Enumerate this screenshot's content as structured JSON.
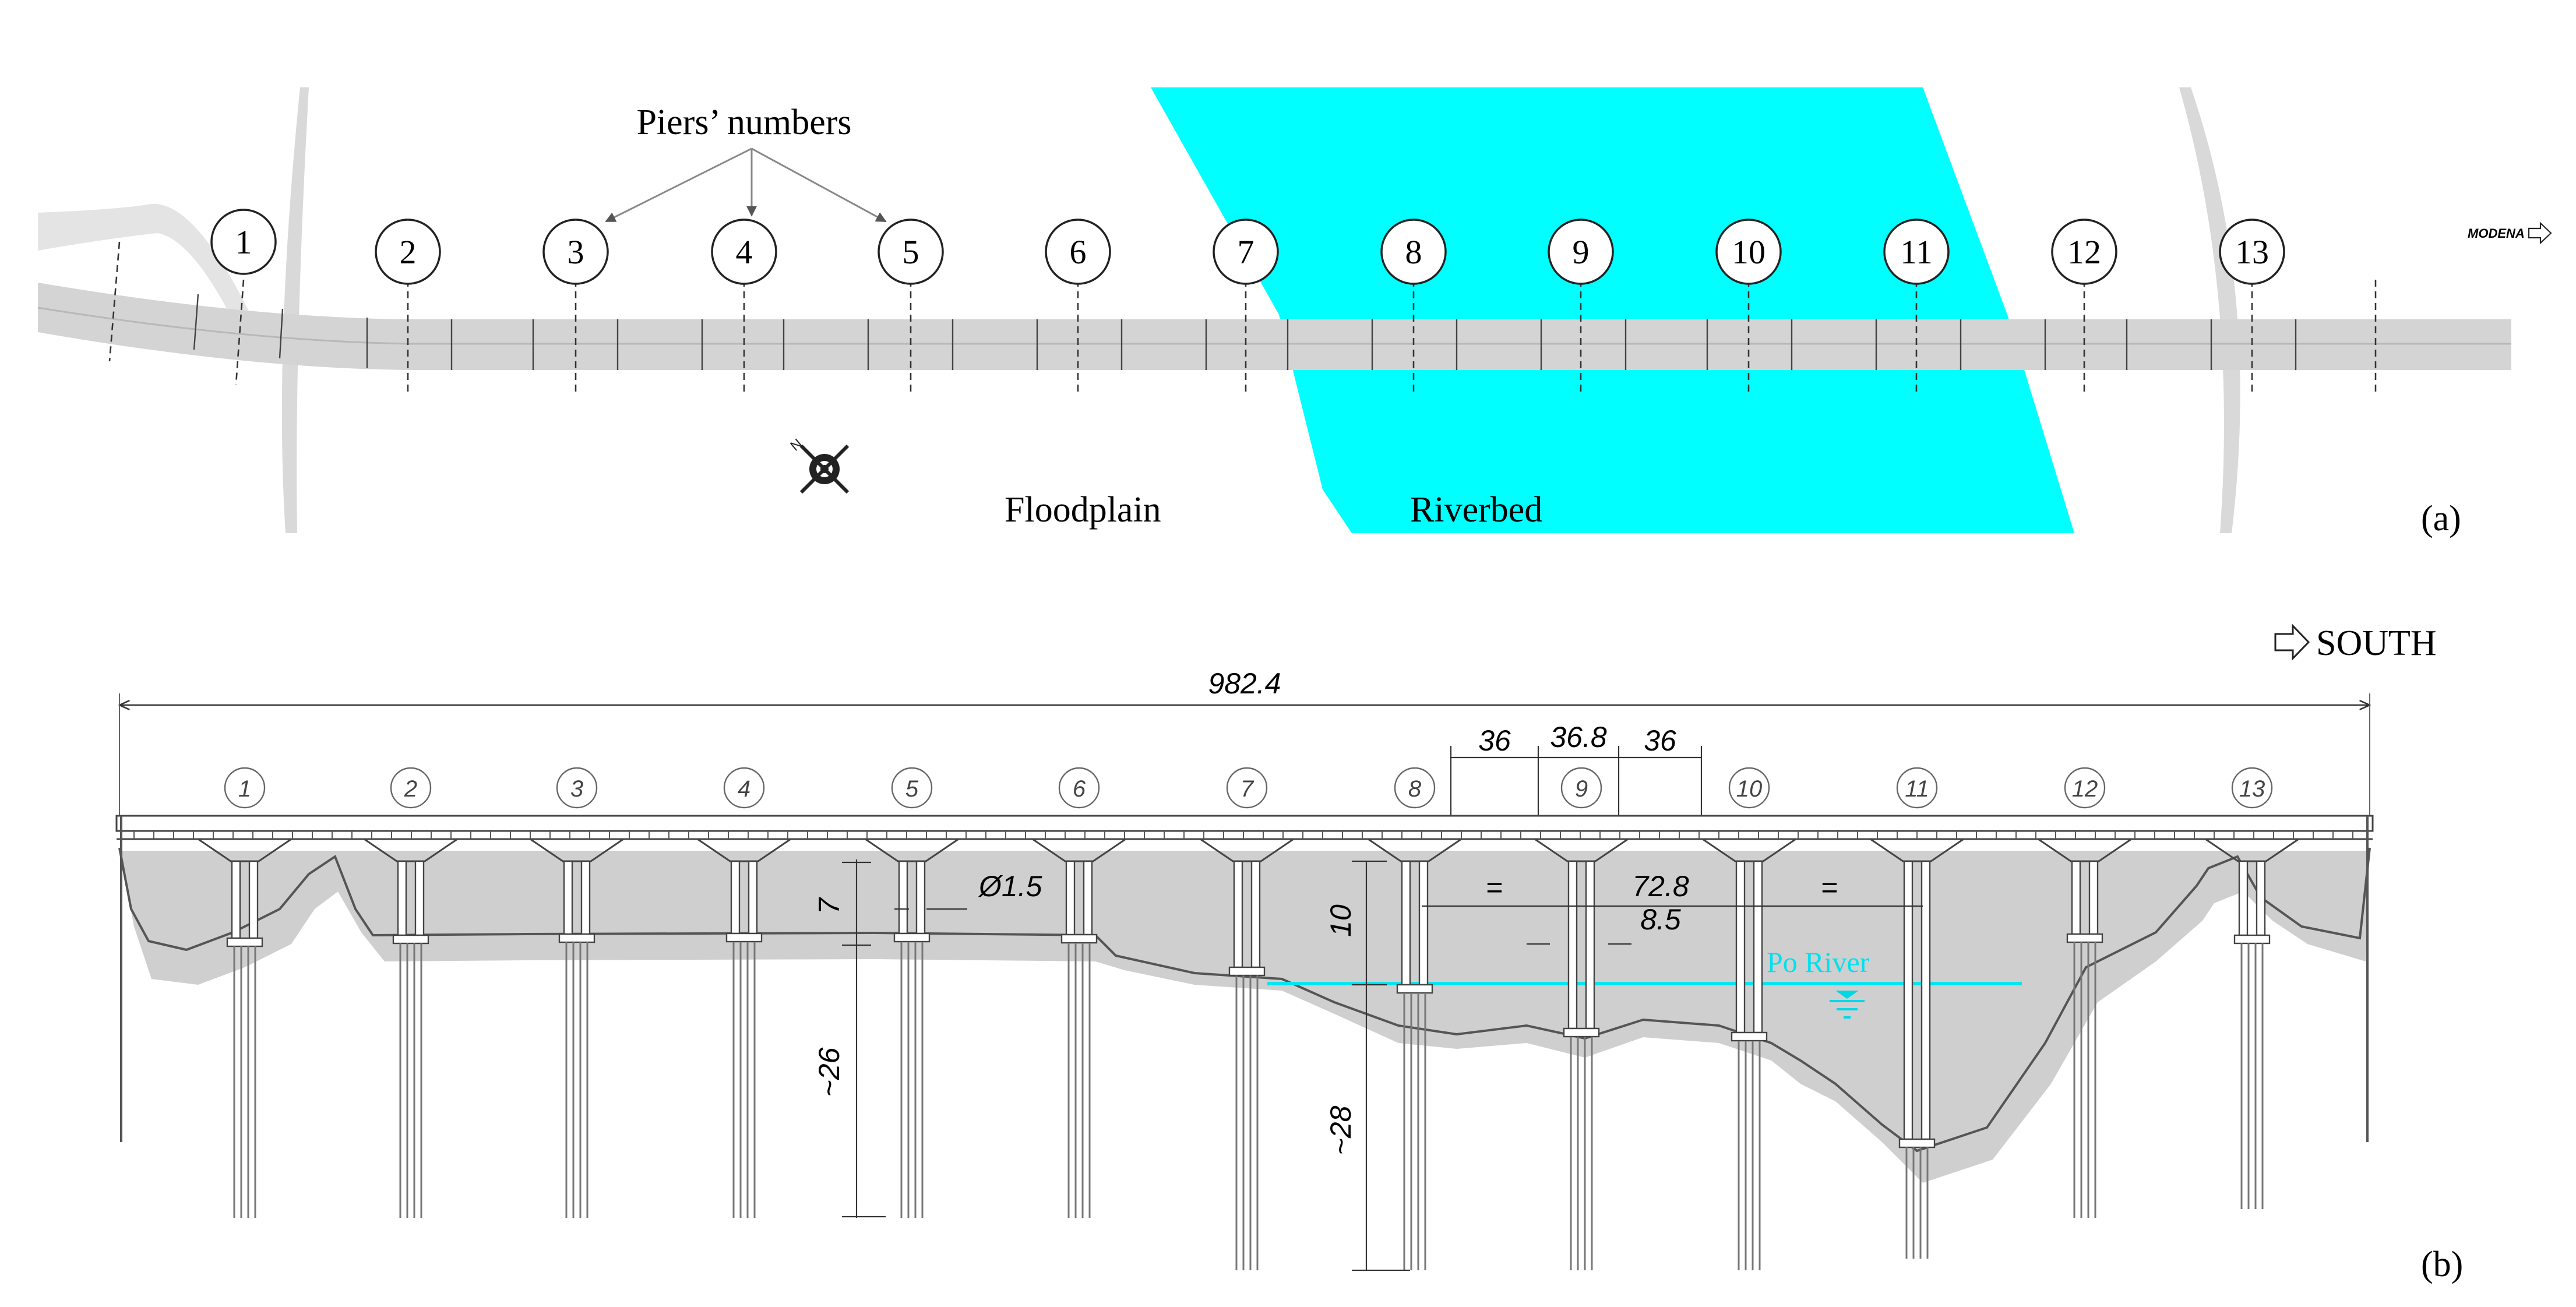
{
  "panel_a": {
    "label": "(a)",
    "piers_label": "Piers’ numbers",
    "floodplain_label": "Floodplain",
    "riverbed_label": "Riverbed",
    "direction_label": "MODENA",
    "pier_numbers": [
      "1",
      "2",
      "3",
      "4",
      "5",
      "6",
      "7",
      "8",
      "9",
      "10",
      "11",
      "12",
      "13"
    ],
    "colors": {
      "river": "#00ffff",
      "road": "#d9d9d9",
      "arrow": "#777777"
    }
  },
  "panel_b": {
    "label": "(b)",
    "direction_label": "SOUTH",
    "total_length": "982.4",
    "span_left": "36",
    "span_mid": "36.8",
    "span_right": "36",
    "dim_pier_height": "7",
    "dim_pier_diameter": "Ø1.5",
    "dim_eq_left": "=",
    "dim_main_span": "72.8",
    "dim_eq_right": "=",
    "dim_pile_spacing": "8.5",
    "dim_height_10": "10",
    "dim_pile_26": "~26",
    "dim_pile_28": "~28",
    "river_label": "Po River",
    "pier_numbers": [
      "1",
      "2",
      "3",
      "4",
      "5",
      "6",
      "7",
      "8",
      "9",
      "10",
      "11",
      "12",
      "13"
    ],
    "colors": {
      "river": "#00e5f0",
      "ground_shadow": "#c8c8c8",
      "line": "#444444"
    }
  }
}
